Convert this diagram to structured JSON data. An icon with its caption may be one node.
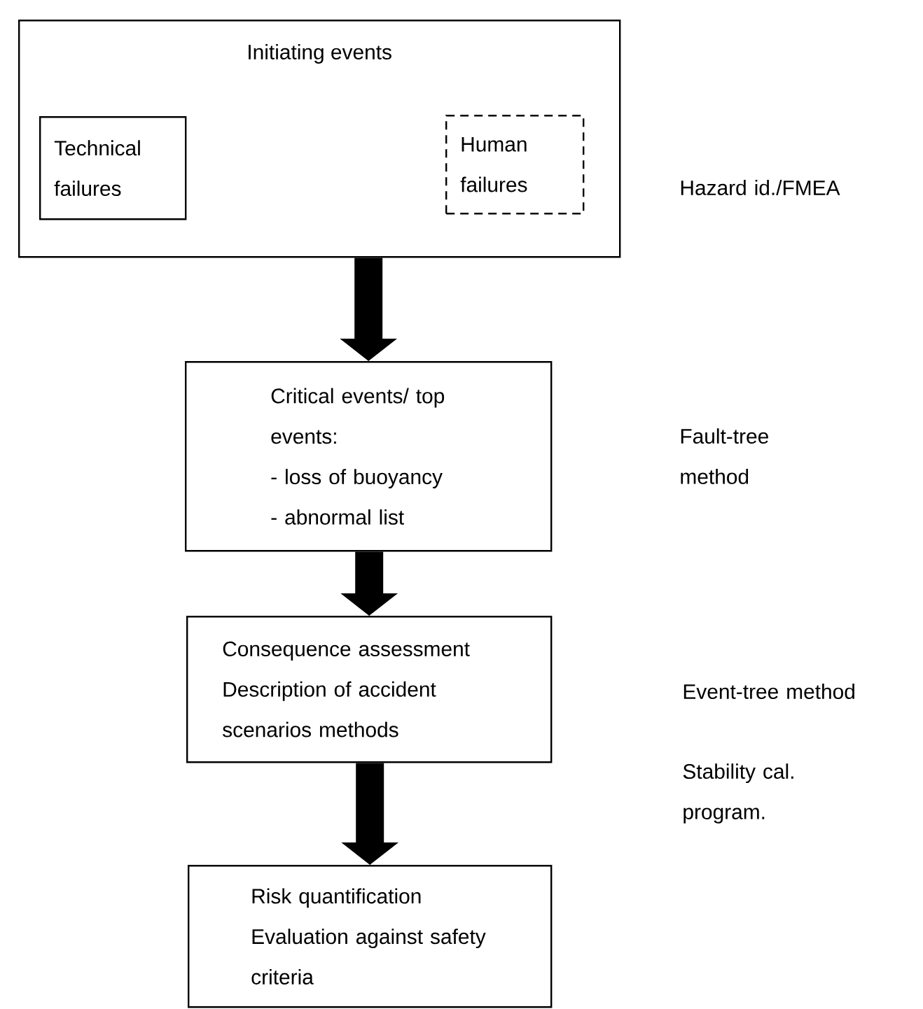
{
  "diagram": {
    "nodes": [
      {
        "text": [
          "Initiating events"
        ]
      },
      {
        "text": [
          "Technical failures"
        ],
        "in": 0
      },
      {
        "text": [
          "Human failures"
        ],
        "in": 0
      },
      {
        "text": [
          "Critical events/ top events:",
          "- loss of buoyancy",
          "- abnormal list"
        ]
      },
      {
        "text": [
          "Consequence assessment",
          "Description of accident scenarios methods"
        ]
      },
      {
        "text": [
          "Risk quantification",
          "Evaluation against safety criteria"
        ]
      }
    ],
    "edges": [
      {
        "from": 0,
        "to": 3,
        "arrow": "to"
      },
      {
        "from": 3,
        "to": 4,
        "arrow": "to"
      },
      {
        "from": 4,
        "to": 5,
        "arrow": "to"
      }
    ],
    "labels": [
      "Hazard id./FMEA",
      "Fault-tree method",
      "Event-tree method",
      "Stability cal. program."
    ]
  }
}
